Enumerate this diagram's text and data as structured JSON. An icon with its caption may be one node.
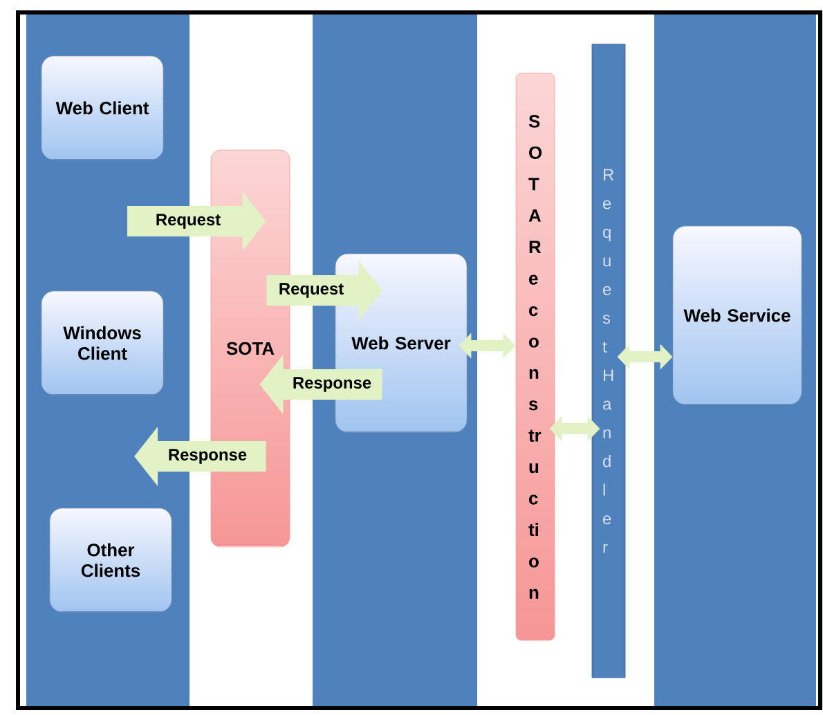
{
  "diagram": {
    "nodes": [
      {
        "text": [
          "Web Client"
        ]
      },
      {
        "text": [
          "Windows Client"
        ]
      },
      {
        "text": [
          "Other Clients"
        ]
      },
      {
        "text": [
          "SOTA"
        ]
      },
      {
        "text": [
          "Web Server"
        ]
      },
      {
        "text": [
          "SOTAReconstruction"
        ]
      },
      {
        "text": [
          "RequestHandler"
        ]
      },
      {
        "text": [
          "Web Service"
        ]
      }
    ],
    "edges": [
      {
        "from": null,
        "to": 3,
        "arrow": "to",
        "label": "Request"
      },
      {
        "from": 3,
        "to": 4,
        "arrow": "to",
        "label": "Request"
      },
      {
        "from": 4,
        "to": 3,
        "arrow": "to",
        "label": "Response"
      },
      {
        "from": 3,
        "to": null,
        "arrow": "to",
        "label": "Response"
      },
      {
        "from": 4,
        "to": 5,
        "arrow": "both"
      },
      {
        "from": 5,
        "to": 6,
        "arrow": "both"
      },
      {
        "from": 6,
        "to": 7,
        "arrow": "both"
      }
    ]
  }
}
